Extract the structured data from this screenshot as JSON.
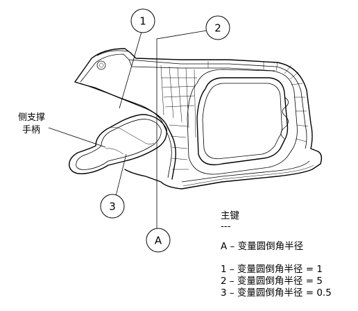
{
  "callouts": {
    "c1": "1",
    "c2": "2",
    "c3": "3",
    "cA": "A"
  },
  "side_label": {
    "line1": "侧支撑",
    "line2": "手柄"
  },
  "legend": {
    "title": "主键",
    "dashes": "---",
    "entries": [
      "A – 变量圆倒角半径",
      "1 – 变量圆倒角半径 = 1",
      "2 – 变量圆倒角半径 = 5",
      "3 – 变量圆倒角半径 = 0.5"
    ]
  }
}
